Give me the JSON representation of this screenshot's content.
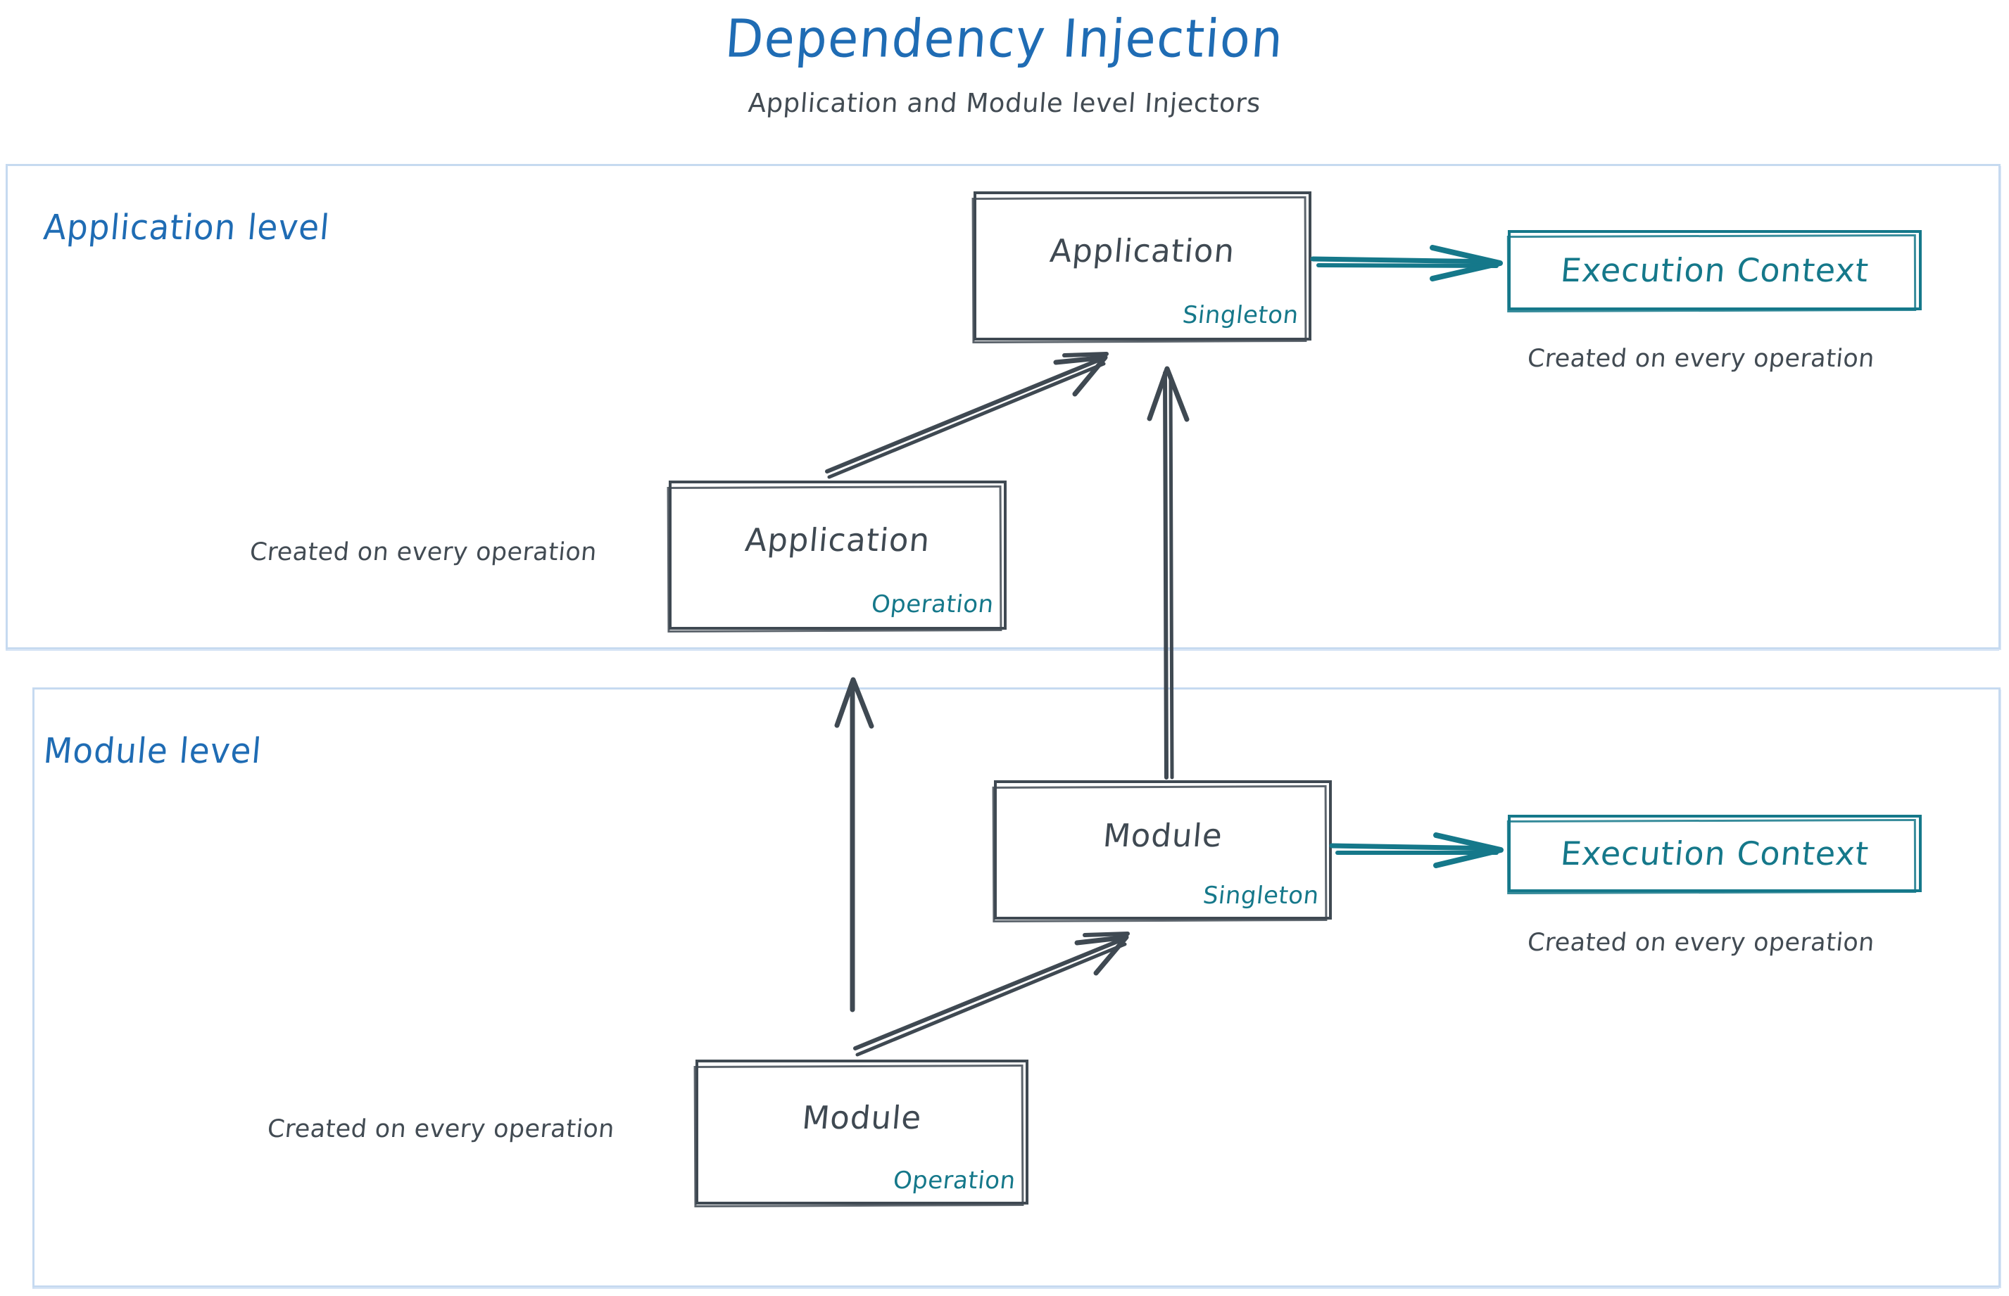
{
  "header": {
    "title": "Dependency Injection",
    "subtitle": "Application and Module level Injectors"
  },
  "colors": {
    "title_blue": "#1f6cb4",
    "level_label_blue": "#1f6cb4",
    "level_border_blue": "#c6daf0",
    "box_stroke_gray": "#3F4952",
    "caption_gray": "#424B53",
    "teal": "#15788A"
  },
  "levels": [
    {
      "id": "application-level",
      "label": "Application level",
      "nodes": {
        "singleton_box": {
          "title": "Application",
          "scope": "Singleton"
        },
        "operation_box": {
          "title": "Application",
          "scope": "Operation"
        },
        "execution_context": {
          "title": "Execution Context"
        }
      },
      "captions": {
        "operation_box": "Created on every operation",
        "execution_context": "Created on every operation"
      }
    },
    {
      "id": "module-level",
      "label": "Module level",
      "nodes": {
        "singleton_box": {
          "title": "Module",
          "scope": "Singleton"
        },
        "operation_box": {
          "title": "Module",
          "scope": "Operation"
        },
        "execution_context": {
          "title": "Execution Context"
        }
      },
      "captions": {
        "operation_box": "Created on every operation",
        "execution_context": "Created on every operation"
      }
    }
  ],
  "edges": [
    {
      "name": "app-operation-to-app-singleton",
      "color": "#3F4952",
      "style": "solid-arrow"
    },
    {
      "name": "app-singleton-to-app-execution-context",
      "color": "#15788A",
      "style": "solid-arrow"
    },
    {
      "name": "module-singleton-to-app-singleton",
      "color": "#3F4952",
      "style": "solid-arrow"
    },
    {
      "name": "module-operation-to-app-operation",
      "color": "#3F4952",
      "style": "solid-arrow"
    },
    {
      "name": "module-operation-to-module-singleton",
      "color": "#3F4952",
      "style": "solid-arrow"
    },
    {
      "name": "module-singleton-to-module-execution-context",
      "color": "#15788A",
      "style": "solid-arrow"
    }
  ]
}
